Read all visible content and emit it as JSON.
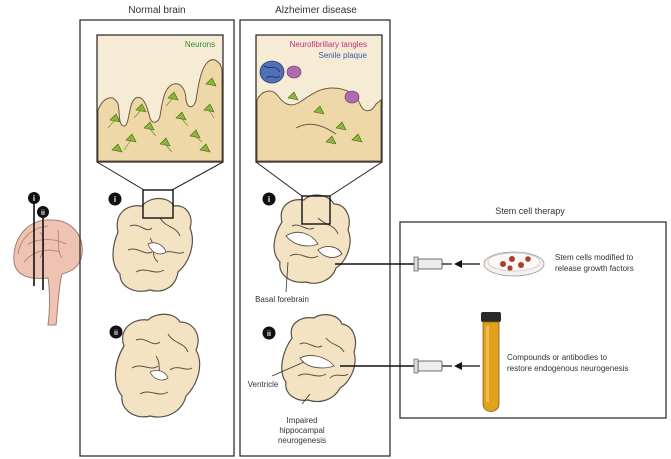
{
  "panels": {
    "normal": {
      "title": "Normal brain",
      "inset_label": "Neurons"
    },
    "alzheimer": {
      "title": "Alzheimer disease",
      "inset_label_tangles": "Neurofibrillary tangles",
      "inset_label_plaque": "Senile plaque",
      "label_basal": "Basal forebrain",
      "label_ventricle": "Ventricle",
      "label_impaired_1": "Impaired",
      "label_impaired_2": "hippocampal",
      "label_impaired_3": "neurogenesis"
    },
    "therapy": {
      "title": "Stem cell therapy",
      "stem_text_1": "Stem cells modified to",
      "stem_text_2": "release growth factors",
      "compound_text_1": "Compounds or antibodies to",
      "compound_text_2": "restore endogenous neurogenesis"
    }
  },
  "markers": {
    "i": "i",
    "ii": "ii"
  },
  "colors": {
    "tissue": "#f3e3c3",
    "tissue_outline": "#5a5046",
    "neuron_green": "#2e8b2e",
    "tangle_magenta": "#c0307a",
    "plaque_blue": "#3a5aa8",
    "tube_yellow": "#e0a21c",
    "cell_red": "#a8402e"
  }
}
